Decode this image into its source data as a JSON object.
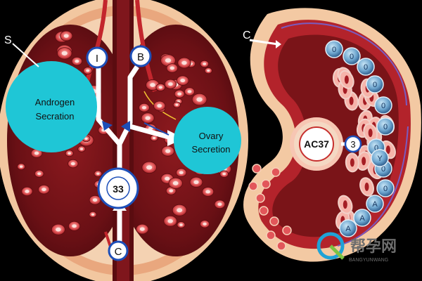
{
  "labels": {
    "s_marker": "S",
    "c_marker": "C",
    "androgen_line1": "Androgen",
    "androgen_line2": "Secration",
    "ovary_line1": "Ovary",
    "ovary_line2": "Secretion",
    "node_top_left": "I",
    "node_top_right": "B",
    "node_center": "33",
    "node_bottom": "C",
    "node_right_cell": "AC37",
    "node_right_small": "3",
    "tube_glyphs": [
      "0",
      "0",
      "0",
      "0",
      "0",
      "0",
      "0",
      "0",
      "0",
      "A",
      "A",
      "A",
      "Y"
    ]
  },
  "watermark": {
    "text_cn": "帮孕网",
    "text_en": "BANGYUNWANG"
  },
  "colors": {
    "background": "#000000",
    "outer_tissue": "#f3c9a3",
    "inner_tissue": "#7a1418",
    "cyan_bubble": "#1fc6d6",
    "node_blue": "#1d4fb8",
    "node_fill": "#ffffff",
    "arrow": "#ffffff"
  }
}
